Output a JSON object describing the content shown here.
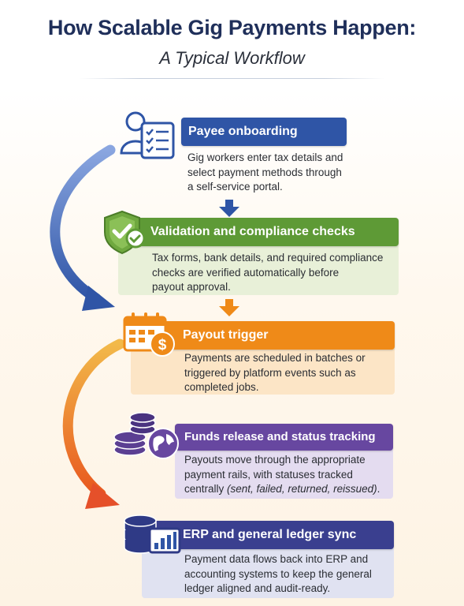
{
  "title": "How Scalable Gig Payments Happen:",
  "subtitle": "A Typical Workflow",
  "colors": {
    "navy": "#1f2f5a",
    "blue": "#2f55a6",
    "green": "#5e9a36",
    "orange": "#ef8a18",
    "purple": "#6747a0",
    "dark_indigo": "#3a3f8f"
  },
  "steps": [
    {
      "heading": "Payee onboarding",
      "icon": "user-checklist-icon",
      "lines": [
        "Gig workers enter tax details and",
        "select payment methods through",
        "a self-service portal."
      ]
    },
    {
      "heading": "Validation and compliance checks",
      "icon": "shield-check-icon",
      "lines": [
        "Tax forms, bank details, and required compliance",
        "checks are verified automatically before",
        "payout approval."
      ]
    },
    {
      "heading": "Payout trigger",
      "icon": "calendar-dollar-icon",
      "lines": [
        "Payments are scheduled in batches or",
        "triggered by platform events such as",
        "completed jobs."
      ]
    },
    {
      "heading": "Funds release and status tracking",
      "icon": "coins-globe-icon",
      "lines": [
        "Payouts move through the appropriate",
        "payment rails, with statuses tracked",
        "centrally "
      ],
      "italic_tail": "(sent, failed, returned, reissued)",
      "tail_end": "."
    },
    {
      "heading": "ERP and general ledger sync",
      "icon": "database-chart-icon",
      "lines": [
        "Payment data flows back into ERP and",
        "accounting systems to keep the general",
        "ledger aligned and audit-ready."
      ]
    }
  ]
}
